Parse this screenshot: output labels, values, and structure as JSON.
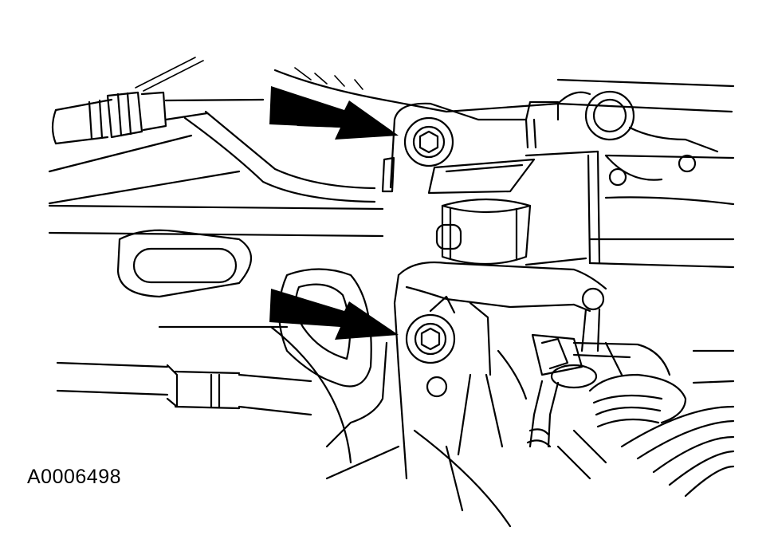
{
  "figure": {
    "id_label": "A0006498"
  },
  "callouts": [
    {
      "name": "upper-bolt",
      "icon": "arrow-pointer-icon"
    },
    {
      "name": "lower-bolt",
      "icon": "arrow-pointer-icon"
    }
  ],
  "colors": {
    "ink": "#000000",
    "paper": "#ffffff"
  }
}
